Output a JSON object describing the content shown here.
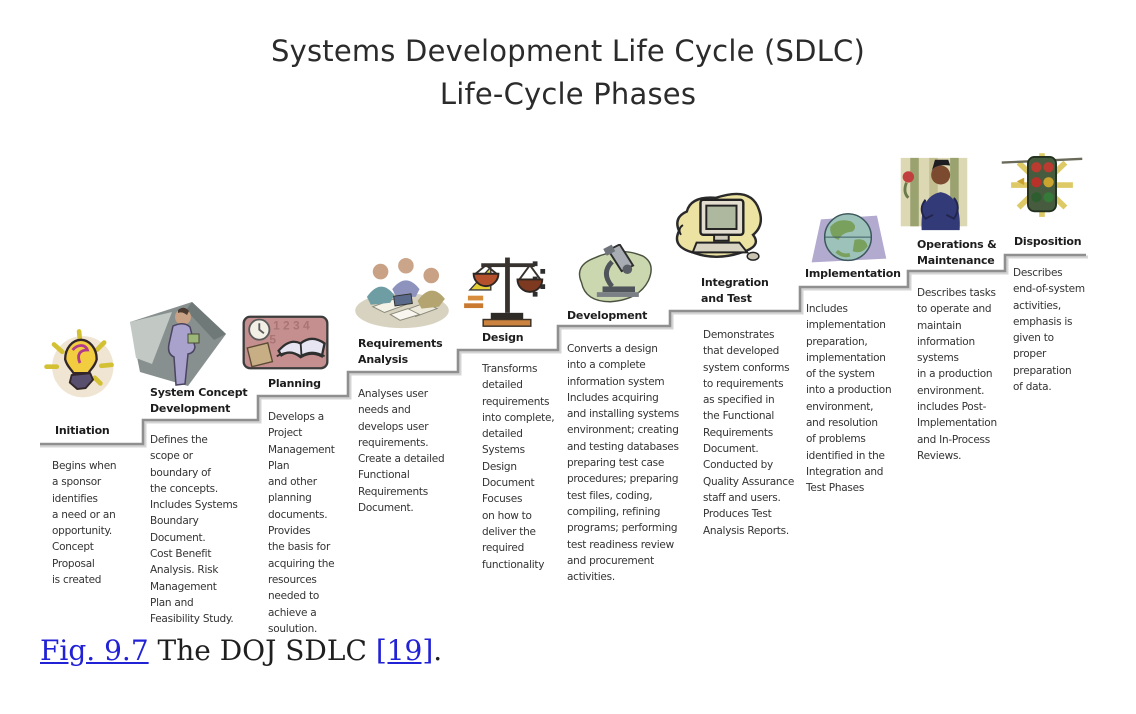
{
  "title": {
    "line1": "Systems Development Life Cycle (SDLC)",
    "line2": "Life-Cycle Phases"
  },
  "phases": [
    {
      "name": "Initiation",
      "icon": "lightbulb-icon",
      "description": "Begins when\na sponsor\nidentifies\na need or an\nopportunity.\nConcept\nProposal\nis created"
    },
    {
      "name": "System Concept\nDevelopment",
      "icon": "presenter-icon",
      "description": "Defines the\nscope or\nboundary of\nthe concepts.\nIncludes Systems\nBoundary\nDocument.\nCost Benefit\nAnalysis. Risk\nManagement\nPlan and\nFeasibility Study."
    },
    {
      "name": "Planning",
      "icon": "planning-book-icon",
      "description": "Develops a\nProject\nManagement\nPlan\nand other\nplanning\ndocuments.\nProvides\nthe basis for\nacquiring the\nresources\nneeded to\nachieve a\nsoulution."
    },
    {
      "name": "Requirements\nAnalysis",
      "icon": "team-meeting-icon",
      "description": "Analyses user\nneeds and\ndevelops user\nrequirements.\nCreate a detailed\nFunctional\nRequirements\nDocument."
    },
    {
      "name": "Design",
      "icon": "balance-scale-icon",
      "description": "Transforms\ndetailed\nrequirements\ninto complete,\ndetailed\nSystems\nDesign\nDocument\nFocuses\non how to\ndeliver the\nrequired\nfunctionality"
    },
    {
      "name": "Development",
      "icon": "microscope-icon",
      "description": "Converts a design\ninto a complete\ninformation system\nIncludes acquiring\nand installing systems\nenvironment; creating\nand testing databases\npreparing test case\nprocedures; preparing\ntest files, coding,\ncompiling, refining\nprograms; performing\ntest readiness review\nand procurement\nactivities."
    },
    {
      "name": "Integration\nand Test",
      "icon": "desktop-computer-icon",
      "description": "Demonstrates\nthat developed\nsystem conforms\nto requirements\nas specified in\nthe Functional\nRequirements\nDocument.\nConducted by\nQuality Assurance\nstaff and users.\nProduces Test\nAnalysis Reports."
    },
    {
      "name": "Implementation",
      "icon": "globe-icon",
      "description": "Includes\nimplementation\npreparation,\nimplementation\nof the system\ninto a production\nenvironment,\nand resolution\nof problems\nidentified in the\nIntegration and\nTest Phases"
    },
    {
      "name": "Operations &\nMaintenance",
      "icon": "worker-building-icon",
      "description": "Describes tasks\nto operate and\nmaintain\ninformation\nsystems\nin a production\nenvironment.\nincludes Post-\nImplementation\nand In-Process\nReviews."
    },
    {
      "name": "Disposition",
      "icon": "traffic-light-icon",
      "description": "Describes\nend-of-system\nactivities,\nemphasis is\ngiven to\nproper\npreparation\nof data."
    }
  ],
  "caption": {
    "parts": [
      {
        "text": "Fig. 9.7",
        "style": "link"
      },
      {
        "text": " The DOJ SDLC ",
        "style": "plain"
      },
      {
        "text": "[19]",
        "style": "link"
      },
      {
        "text": ".",
        "style": "plain"
      }
    ]
  },
  "colors": {
    "link_blue": "#2121d6",
    "step_line_gray": "#8f8f8f",
    "title_text": "#2b2b2b",
    "body_text": "#333333"
  }
}
